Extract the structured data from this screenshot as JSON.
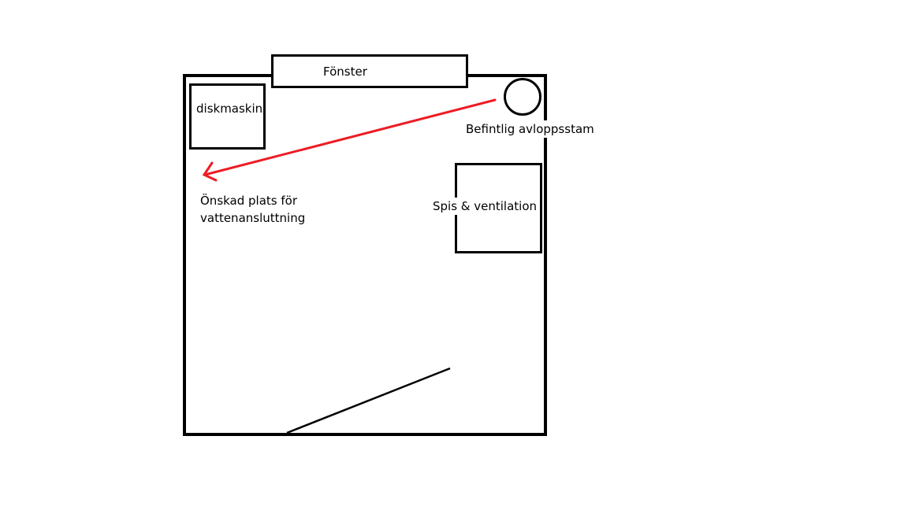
{
  "labels": {
    "window": "Fönster",
    "dishwasher": "diskmaskin",
    "drain_stack": "Befintlig avloppsstam",
    "stove": "Spis & ventilation",
    "desired_location_line1": "Önskad plats för",
    "desired_location_line2": "vattenansluttning"
  },
  "colors": {
    "arrow": "#ed1c24",
    "walls": "#000000"
  }
}
